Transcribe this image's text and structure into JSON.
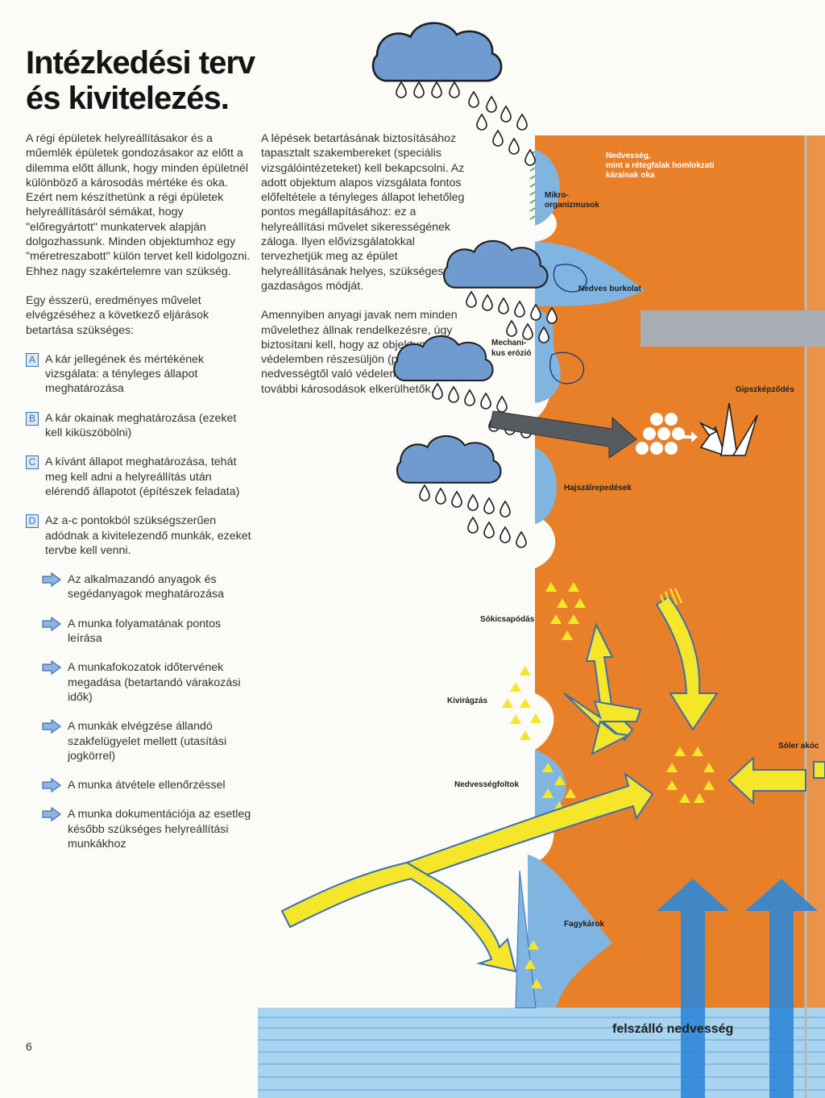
{
  "title": {
    "line1": "Intézkedési terv",
    "line2": "és kivitelezés."
  },
  "left_column": {
    "para1": "A régi épületek helyreállításakor és a műemlék épületek gondozásakor az előtt a dilemma előtt állunk, hogy minden épületnél különböző a károsodás mértéke és oka. Ezért nem készíthetünk a régi épületek helyreállításáról sémákat, hogy \"előregyártott\" munkatervek alapján dolgozhassunk. Minden objektumhoz egy \"méretreszabott\" külön tervet kell kidolgozni. Ehhez nagy szakértelemre van szükség.",
    "para2": "Egy ésszerü, eredményes művelet elvégzéséhez a következő eljárások betartása szükséges:",
    "steps": [
      {
        "letter": "A",
        "text": "A kár jellegének és mértékének vizsgálata: a tényleges állapot meghatározása"
      },
      {
        "letter": "B",
        "text": "A kár okainak meghatározása (ezeket kell kiküszöbölni)"
      },
      {
        "letter": "C",
        "text": "A kívánt állapot meghatározása, tehát meg kell adni a helyreállítás után elérendő állapotot (építészek feladata)"
      },
      {
        "letter": "D",
        "text": "Az a-c pontokból szükségszerűen adódnak a kivitelezendő munkák, ezeket tervbe kell venni."
      }
    ],
    "substeps": [
      "Az alkalmazandó anyagok és segédanyagok meghatározása",
      "A munka folyamatának pontos leírása",
      "A munkafokozatok időtervének megadása (betartandó várakozási idők)",
      "A munkák elvégzése állandó szakfelügyelet mellett (utasítási jogkörrel)",
      "A munka átvétele ellenőrzéssel",
      "A munka dokumentációja az esetleg később szükséges helyreállítási munkákhoz"
    ]
  },
  "mid_column": {
    "para1": "A lépések betartásának biztosításához tapasztalt szakembereket (speciális vizsgálóintézeteket) kell bekapcsolni. Az adott objektum alapos vizsgálata fontos előfeltétele a tényleges állapot lehetőleg pontos megállapításához: ez a helyreállítási művelet sikerességének záloga. Ilyen elővizsgálatokkal tervezhetjük meg az épület helyreállításának helyes, szükséges és gazdaságos módját.",
    "para2": "Amennyiben anyagi javak nem minden művelethez állnak rendelkezésre, úgy biztosítani kell, hogy az objektum olyan védelemben részesüljön (pl.: nedvességtől való védelem), amellyel a további károsodások elkerülhetők."
  },
  "diagram": {
    "labels": {
      "nedvesseg": "Nedvesség,\nmint a rétegfalak homlokzati\nkárainak oka",
      "mikro": "Mikro-\norganizmusok",
      "nedves_burkolat": "Nedves burkolat",
      "mechanikus": "Mechani-\nkus erózió",
      "gipsz": "Gipszképződés",
      "hajszal": "Hajszálrepedések",
      "sokicsapodas": "Sókicsapódás",
      "kivirags": "Kivirágzás",
      "nedvessegfoltok": "Nedvességfoltok",
      "soler": "Sóler akóc",
      "fagykarok": "Fagykárok",
      "felszallo": "felszálló nedvesség"
    },
    "colors": {
      "wall": "#e8802a",
      "water": "#7fb5e0",
      "cloud": "#6f9bd0",
      "arrow_yellow": "#f5e62a",
      "arrow_blue": "#2f86d6",
      "grey_beam": "#a8aeb3"
    }
  },
  "page_number": "6"
}
